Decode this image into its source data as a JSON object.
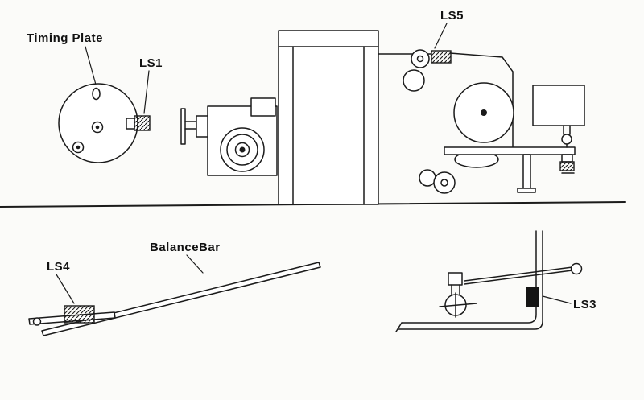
{
  "diagram": {
    "title_hint": "machine limit-switch location diagram",
    "labels": {
      "timing_plate": "Timing Plate",
      "ls1": "LS1",
      "ls5": "LS5",
      "balance_bar": "BalanceBar",
      "ls4": "LS4",
      "ls3": "LS3"
    },
    "colors": {
      "line": "#1b1b1b",
      "background": "#fbfbf9",
      "solid_block": "#141414"
    }
  }
}
